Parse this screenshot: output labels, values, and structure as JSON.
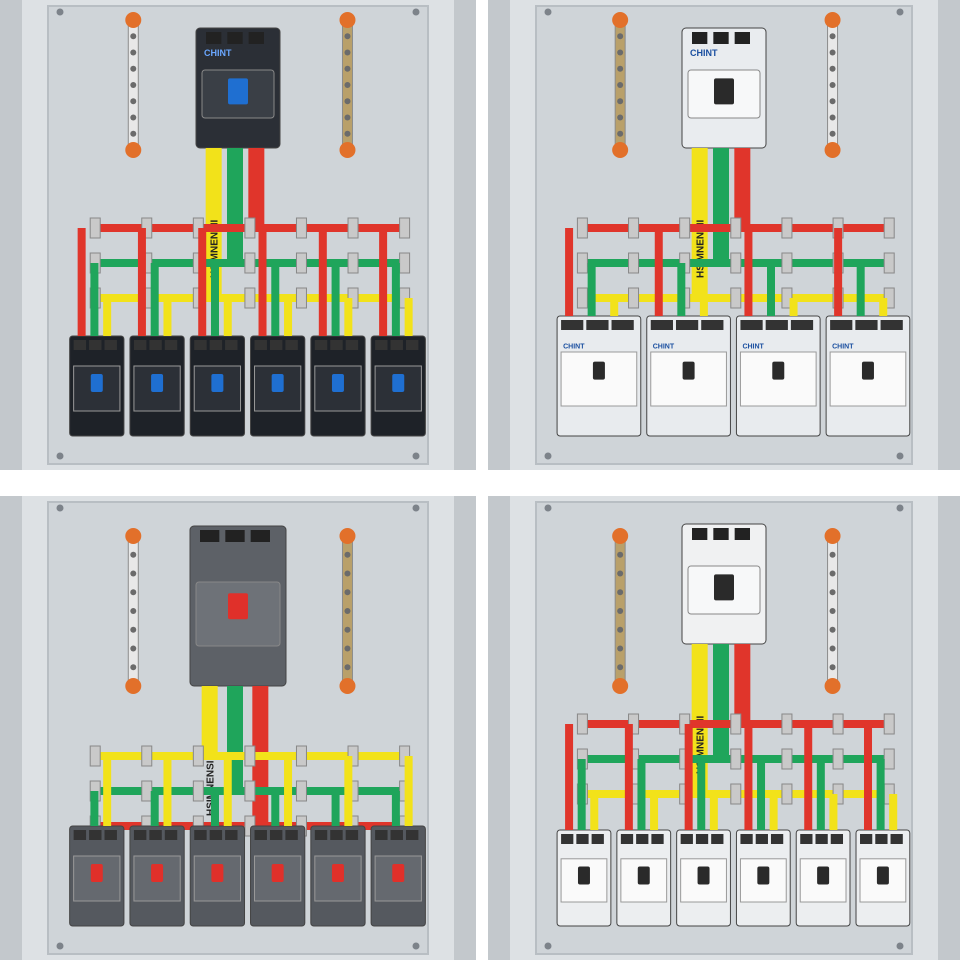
{
  "collage": {
    "panels": [
      {
        "id": "top-left",
        "brand_text": "CHINT",
        "busbar_label": "HSIMNENSII",
        "branch_count": 6,
        "main_breaker_color": "#2b2f36",
        "branch_breaker_color": "#1e2228",
        "handle_color": "#1f6fd1"
      },
      {
        "id": "top-right",
        "brand_text": "CHINT",
        "busbar_label": "HSIMNENSII",
        "branch_count": 4,
        "main_breaker_color": "#e9ecef",
        "branch_breaker_color": "#e8ebee",
        "handle_color": "#2a2a2a"
      },
      {
        "id": "bottom-left",
        "brand_text": "",
        "busbar_label": "HSIMNENSII",
        "branch_count": 6,
        "main_breaker_color": "#5d6167",
        "branch_breaker_color": "#55595f",
        "handle_color": "#e0302a"
      },
      {
        "id": "bottom-right",
        "brand_text": "",
        "busbar_label": "HSIMNENSII",
        "branch_count": 6,
        "main_breaker_color": "#f0f1f2",
        "branch_breaker_color": "#eceef0",
        "handle_color": "#2a2a2a"
      }
    ],
    "colors": {
      "cabinet": "#d6dadd",
      "back_plate": "#cfd4d8",
      "phase_yellow": "#f2e21a",
      "phase_green": "#1fa55b",
      "phase_red": "#e0352b",
      "brass": "#b9a06a",
      "insulator": "#e2702a"
    }
  }
}
